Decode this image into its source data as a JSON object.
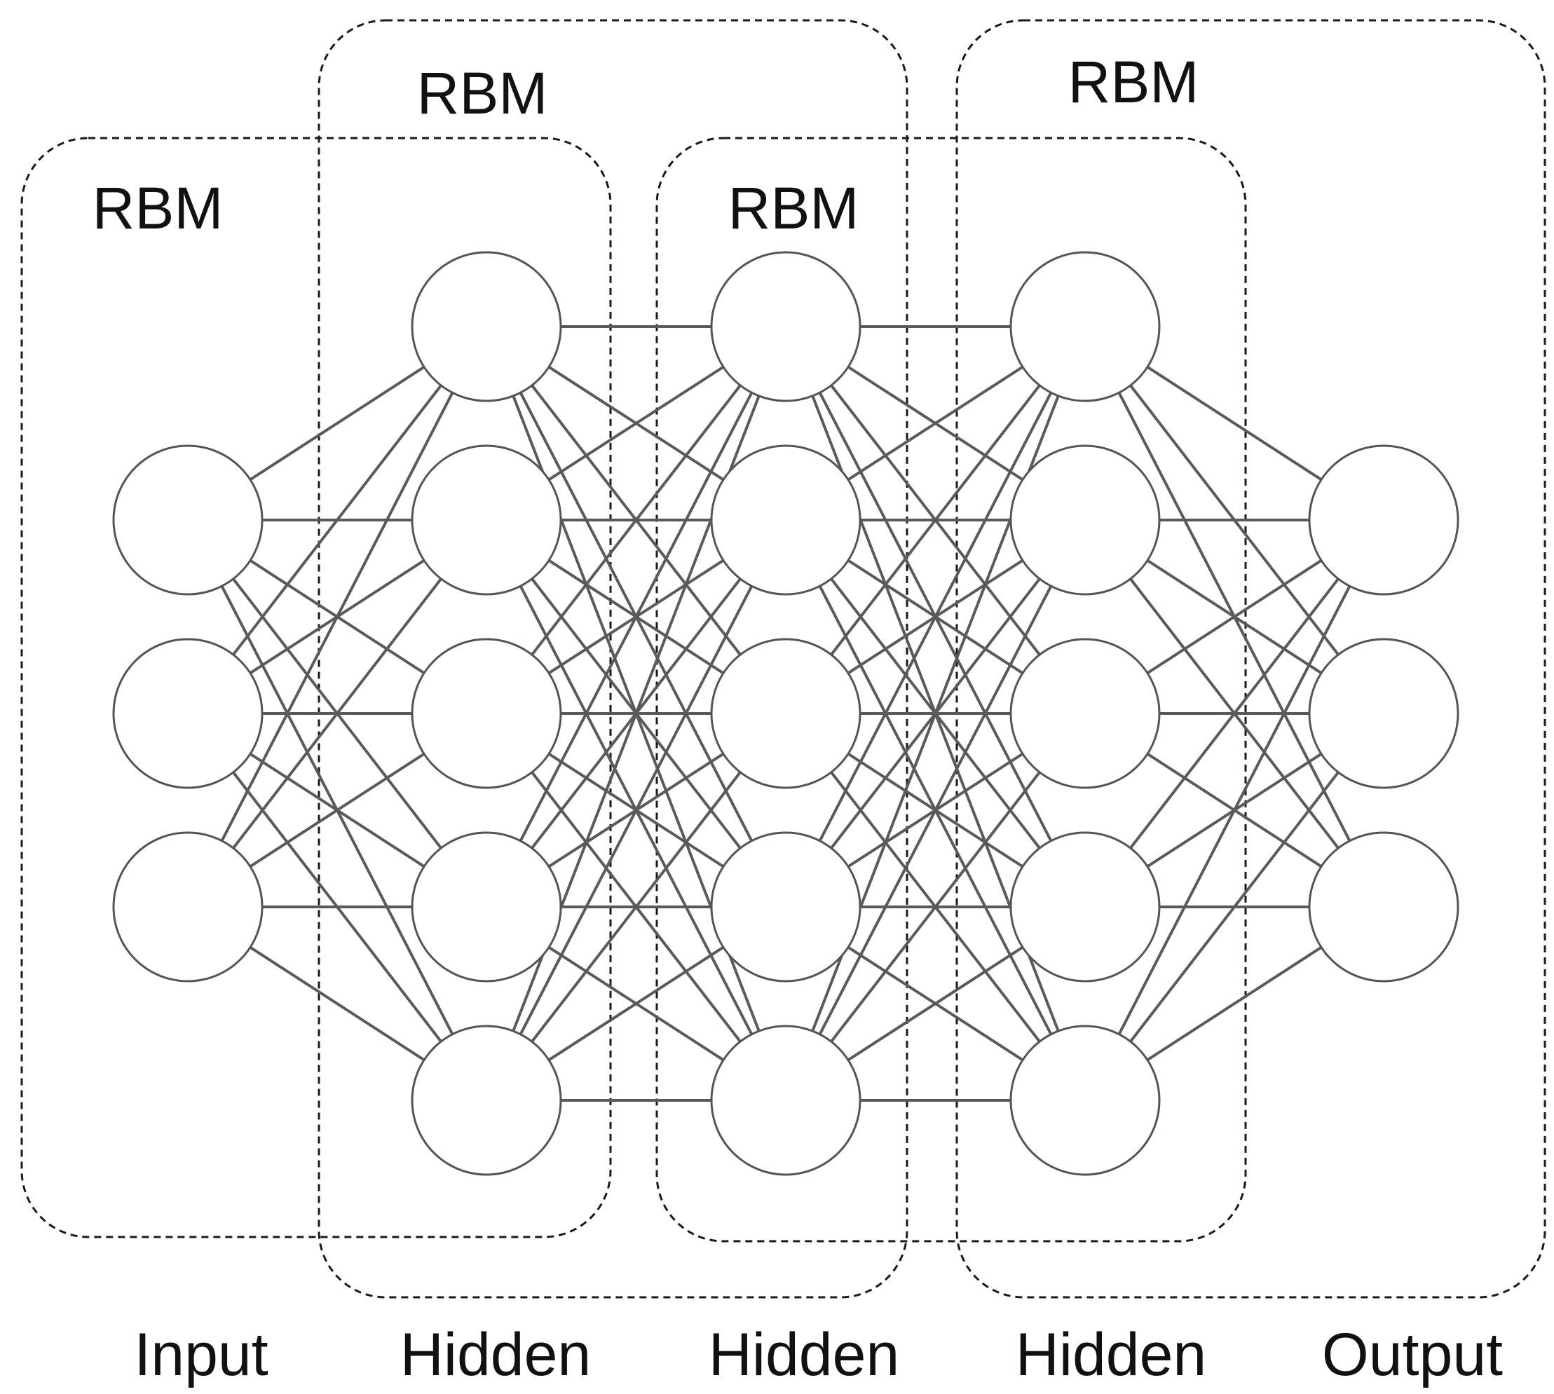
{
  "diagram": {
    "rbm_labels": [
      "RBM",
      "RBM",
      "RBM",
      "RBM"
    ],
    "layers": [
      {
        "label": "Input",
        "neurons": 3
      },
      {
        "label": "Hidden",
        "neurons": 5
      },
      {
        "label": "Hidden",
        "neurons": 5
      },
      {
        "label": "Hidden",
        "neurons": 5
      },
      {
        "label": "Output",
        "neurons": 3
      }
    ],
    "connectivity": "fully-connected between adjacent layers",
    "colors": {
      "edge": "#5a5a5a",
      "neuron_stroke": "#555555",
      "box_stroke": "#1a1a1a",
      "text": "#111111"
    }
  }
}
